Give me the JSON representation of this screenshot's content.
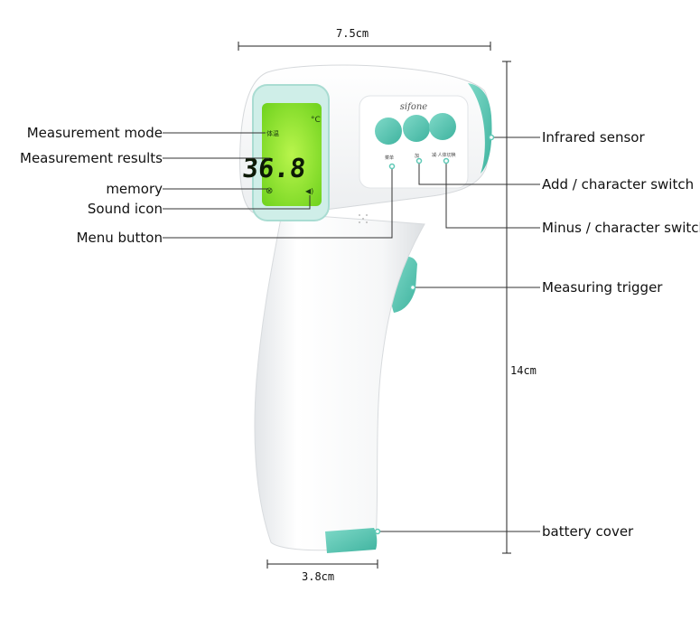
{
  "dimensions": {
    "width": "7.5cm",
    "height": "14cm",
    "grip": "3.8cm"
  },
  "device": {
    "brand": "sifone",
    "lcd": {
      "reading": "36.8",
      "unit": "°C",
      "mode_text": "体温",
      "memory_symbol": "⊗",
      "sound_symbol": "◀)"
    },
    "button_captions": {
      "menu": "菜单",
      "add": "加",
      "minus": "减·人体切换"
    }
  },
  "labels": {
    "measurement_mode": "Measurement mode",
    "measurement_results": "Measurement results",
    "memory": "memory",
    "sound_icon": "Sound icon",
    "menu_button": "Menu button",
    "infrared_sensor": "Infrared sensor",
    "add_switch": "Add / character switch",
    "minus_switch": "Minus / character switch",
    "measuring_trigger": "Measuring trigger",
    "battery_cover": "battery cover"
  },
  "colors": {
    "body": "#fbfbfb",
    "teal": "#5ec9b6",
    "lcd_green": "#8ce82a",
    "line": "#333333"
  }
}
